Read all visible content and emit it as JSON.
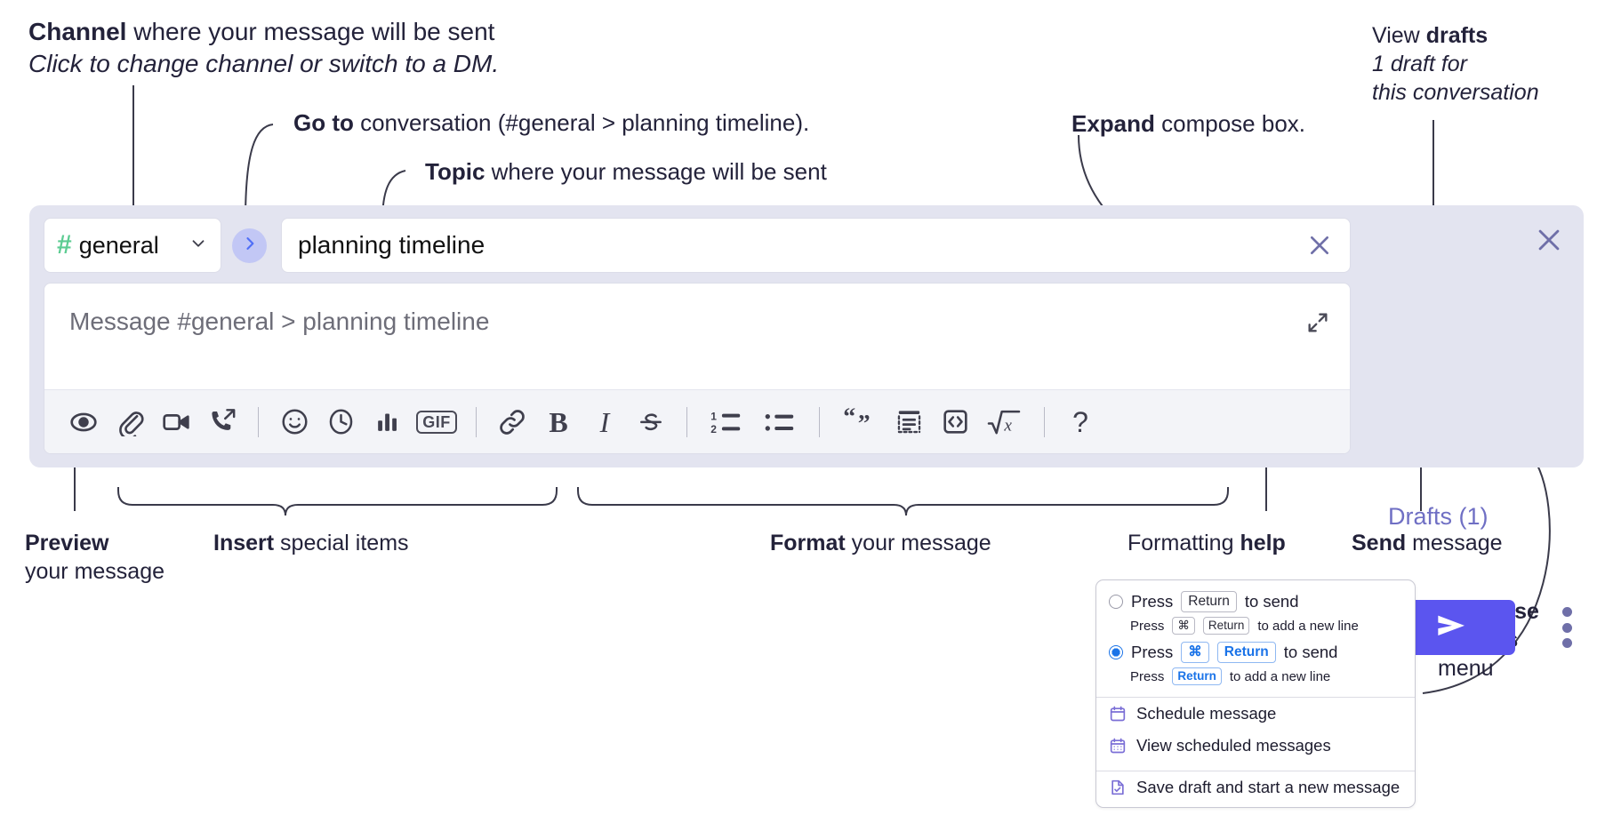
{
  "annotations": {
    "channel": {
      "bold": "Channel",
      "rest": " where your message will be sent",
      "italic": "Click to change channel or switch to a DM."
    },
    "goto": {
      "bold": "Go to",
      "rest": " conversation (#general > planning timeline)."
    },
    "topic": {
      "bold": "Topic",
      "rest": " where your message will be sent"
    },
    "expand": {
      "bold": "Expand",
      "rest": " compose box."
    },
    "drafts": {
      "plain": "View ",
      "bold": "drafts",
      "italic1": "1 draft for",
      "italic2": "this conversation"
    },
    "preview": {
      "bold": "Preview",
      "line2": "your message"
    },
    "insert": {
      "bold": "Insert",
      "rest": " special items"
    },
    "format": {
      "bold": "Format",
      "rest": " your message"
    },
    "help": {
      "plain": "Formatting ",
      "bold": "help"
    },
    "send": {
      "bold": "Send",
      "rest": " message"
    },
    "compose_menu": {
      "bold1": "Compose",
      "bold2": "options",
      "plain": "menu"
    }
  },
  "compose": {
    "channel_name": "general",
    "channel_hash": "#",
    "channel_caret_icon": "chevron-down-icon",
    "goto_icon": "chevron-right-icon",
    "topic_value": "planning timeline",
    "topic_clear_icon": "close-icon",
    "message_placeholder": "Message #general > planning timeline",
    "expand_icon": "expand-arrows-icon",
    "panel_close_icon": "close-icon",
    "drafts_label": "Drafts (1)",
    "send_icon": "send-paper-plane-icon",
    "kebab_icon": "vertical-dots-icon",
    "accent_send_color": "#5b55ef",
    "panel_bg_color": "#e3e4f0",
    "hash_color": "#5ccc92",
    "drafts_text_color": "#6f6fc4",
    "toolbar": [
      {
        "name": "preview-icon",
        "kind": "svg-eye",
        "label": "Preview"
      },
      {
        "name": "attachment-icon",
        "kind": "svg-paperclip",
        "label": "Attach file"
      },
      {
        "name": "video-clip-icon",
        "kind": "svg-video",
        "label": "Record video clip"
      },
      {
        "name": "audio-huddle-icon",
        "kind": "svg-phone",
        "label": "Huddle"
      },
      {
        "name": "separator",
        "kind": "sep",
        "label": ""
      },
      {
        "name": "emoji-icon",
        "kind": "svg-smiley",
        "label": "Emoji"
      },
      {
        "name": "reminder-clock-icon",
        "kind": "svg-clock",
        "label": "Reminder"
      },
      {
        "name": "poll-chart-icon",
        "kind": "svg-bars",
        "label": "Poll"
      },
      {
        "name": "gif-icon",
        "kind": "gif",
        "label": "GIF"
      },
      {
        "name": "separator",
        "kind": "sep",
        "label": ""
      },
      {
        "name": "link-icon",
        "kind": "svg-link",
        "label": "Link"
      },
      {
        "name": "bold-icon",
        "kind": "text-b",
        "label": "B"
      },
      {
        "name": "italic-icon",
        "kind": "text-i",
        "label": "I"
      },
      {
        "name": "strikethrough-icon",
        "kind": "svg-strike",
        "label": "S"
      },
      {
        "name": "separator",
        "kind": "sep",
        "label": ""
      },
      {
        "name": "ordered-list-icon",
        "kind": "svg-ol",
        "label": "Numbered list"
      },
      {
        "name": "bulleted-list-icon",
        "kind": "svg-ul",
        "label": "Bulleted list"
      },
      {
        "name": "separator",
        "kind": "sep",
        "label": ""
      },
      {
        "name": "blockquote-icon",
        "kind": "svg-quote",
        "label": "Blockquote"
      },
      {
        "name": "code-block-icon",
        "kind": "svg-codeblock",
        "label": "Code block"
      },
      {
        "name": "inline-code-icon",
        "kind": "svg-code",
        "label": "Code"
      },
      {
        "name": "math-icon",
        "kind": "svg-math",
        "label": "Math"
      },
      {
        "name": "separator",
        "kind": "sep",
        "label": ""
      },
      {
        "name": "formatting-help-icon",
        "kind": "text-help",
        "label": "?"
      }
    ]
  },
  "menu": {
    "options": [
      {
        "selected": false,
        "main_pre": "Press",
        "main_key": "Return",
        "main_post": "to send",
        "sub_pre": "Press",
        "sub_key1": "⌘",
        "sub_key2": "Return",
        "sub_post": "to add a new line",
        "highlight": false
      },
      {
        "selected": true,
        "main_pre": "Press",
        "main_key1": "⌘",
        "main_key2": "Return",
        "main_post": "to send",
        "sub_pre": "Press",
        "sub_key": "Return",
        "sub_post": "to add a new line",
        "highlight": true
      }
    ],
    "items": [
      {
        "icon": "calendar-clock-icon",
        "label": "Schedule message"
      },
      {
        "icon": "calendar-grid-icon",
        "label": "View scheduled messages"
      },
      {
        "icon": "document-check-icon",
        "label": "Save draft and start a new message"
      }
    ],
    "radio_on_color": "#1a73e8",
    "icon_color": "#7b6fd6"
  }
}
